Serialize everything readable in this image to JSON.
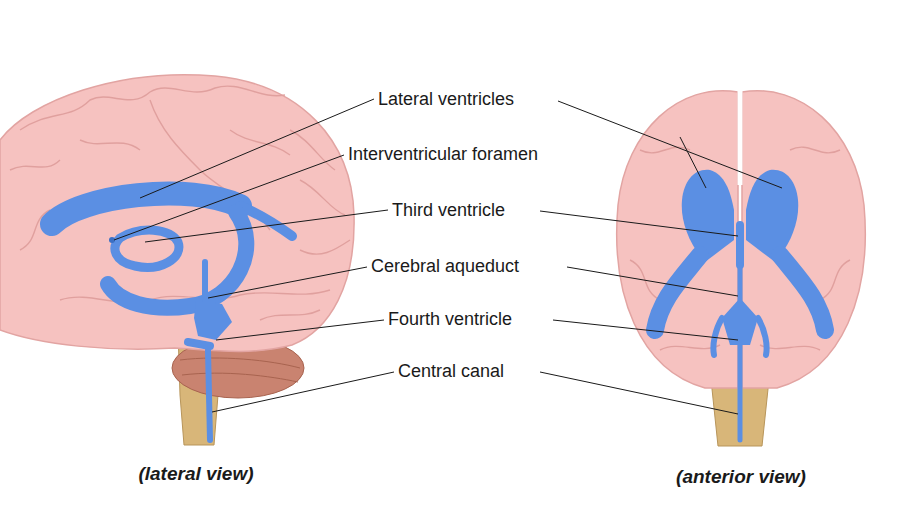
{
  "diagram": {
    "labels": [
      "Lateral ventricles",
      "Interventricular foramen",
      "Third ventricle",
      "Cerebral aqueduct",
      "Fourth ventricle",
      "Central canal",
      "(lateral view)",
      "(anterior view)"
    ]
  }
}
